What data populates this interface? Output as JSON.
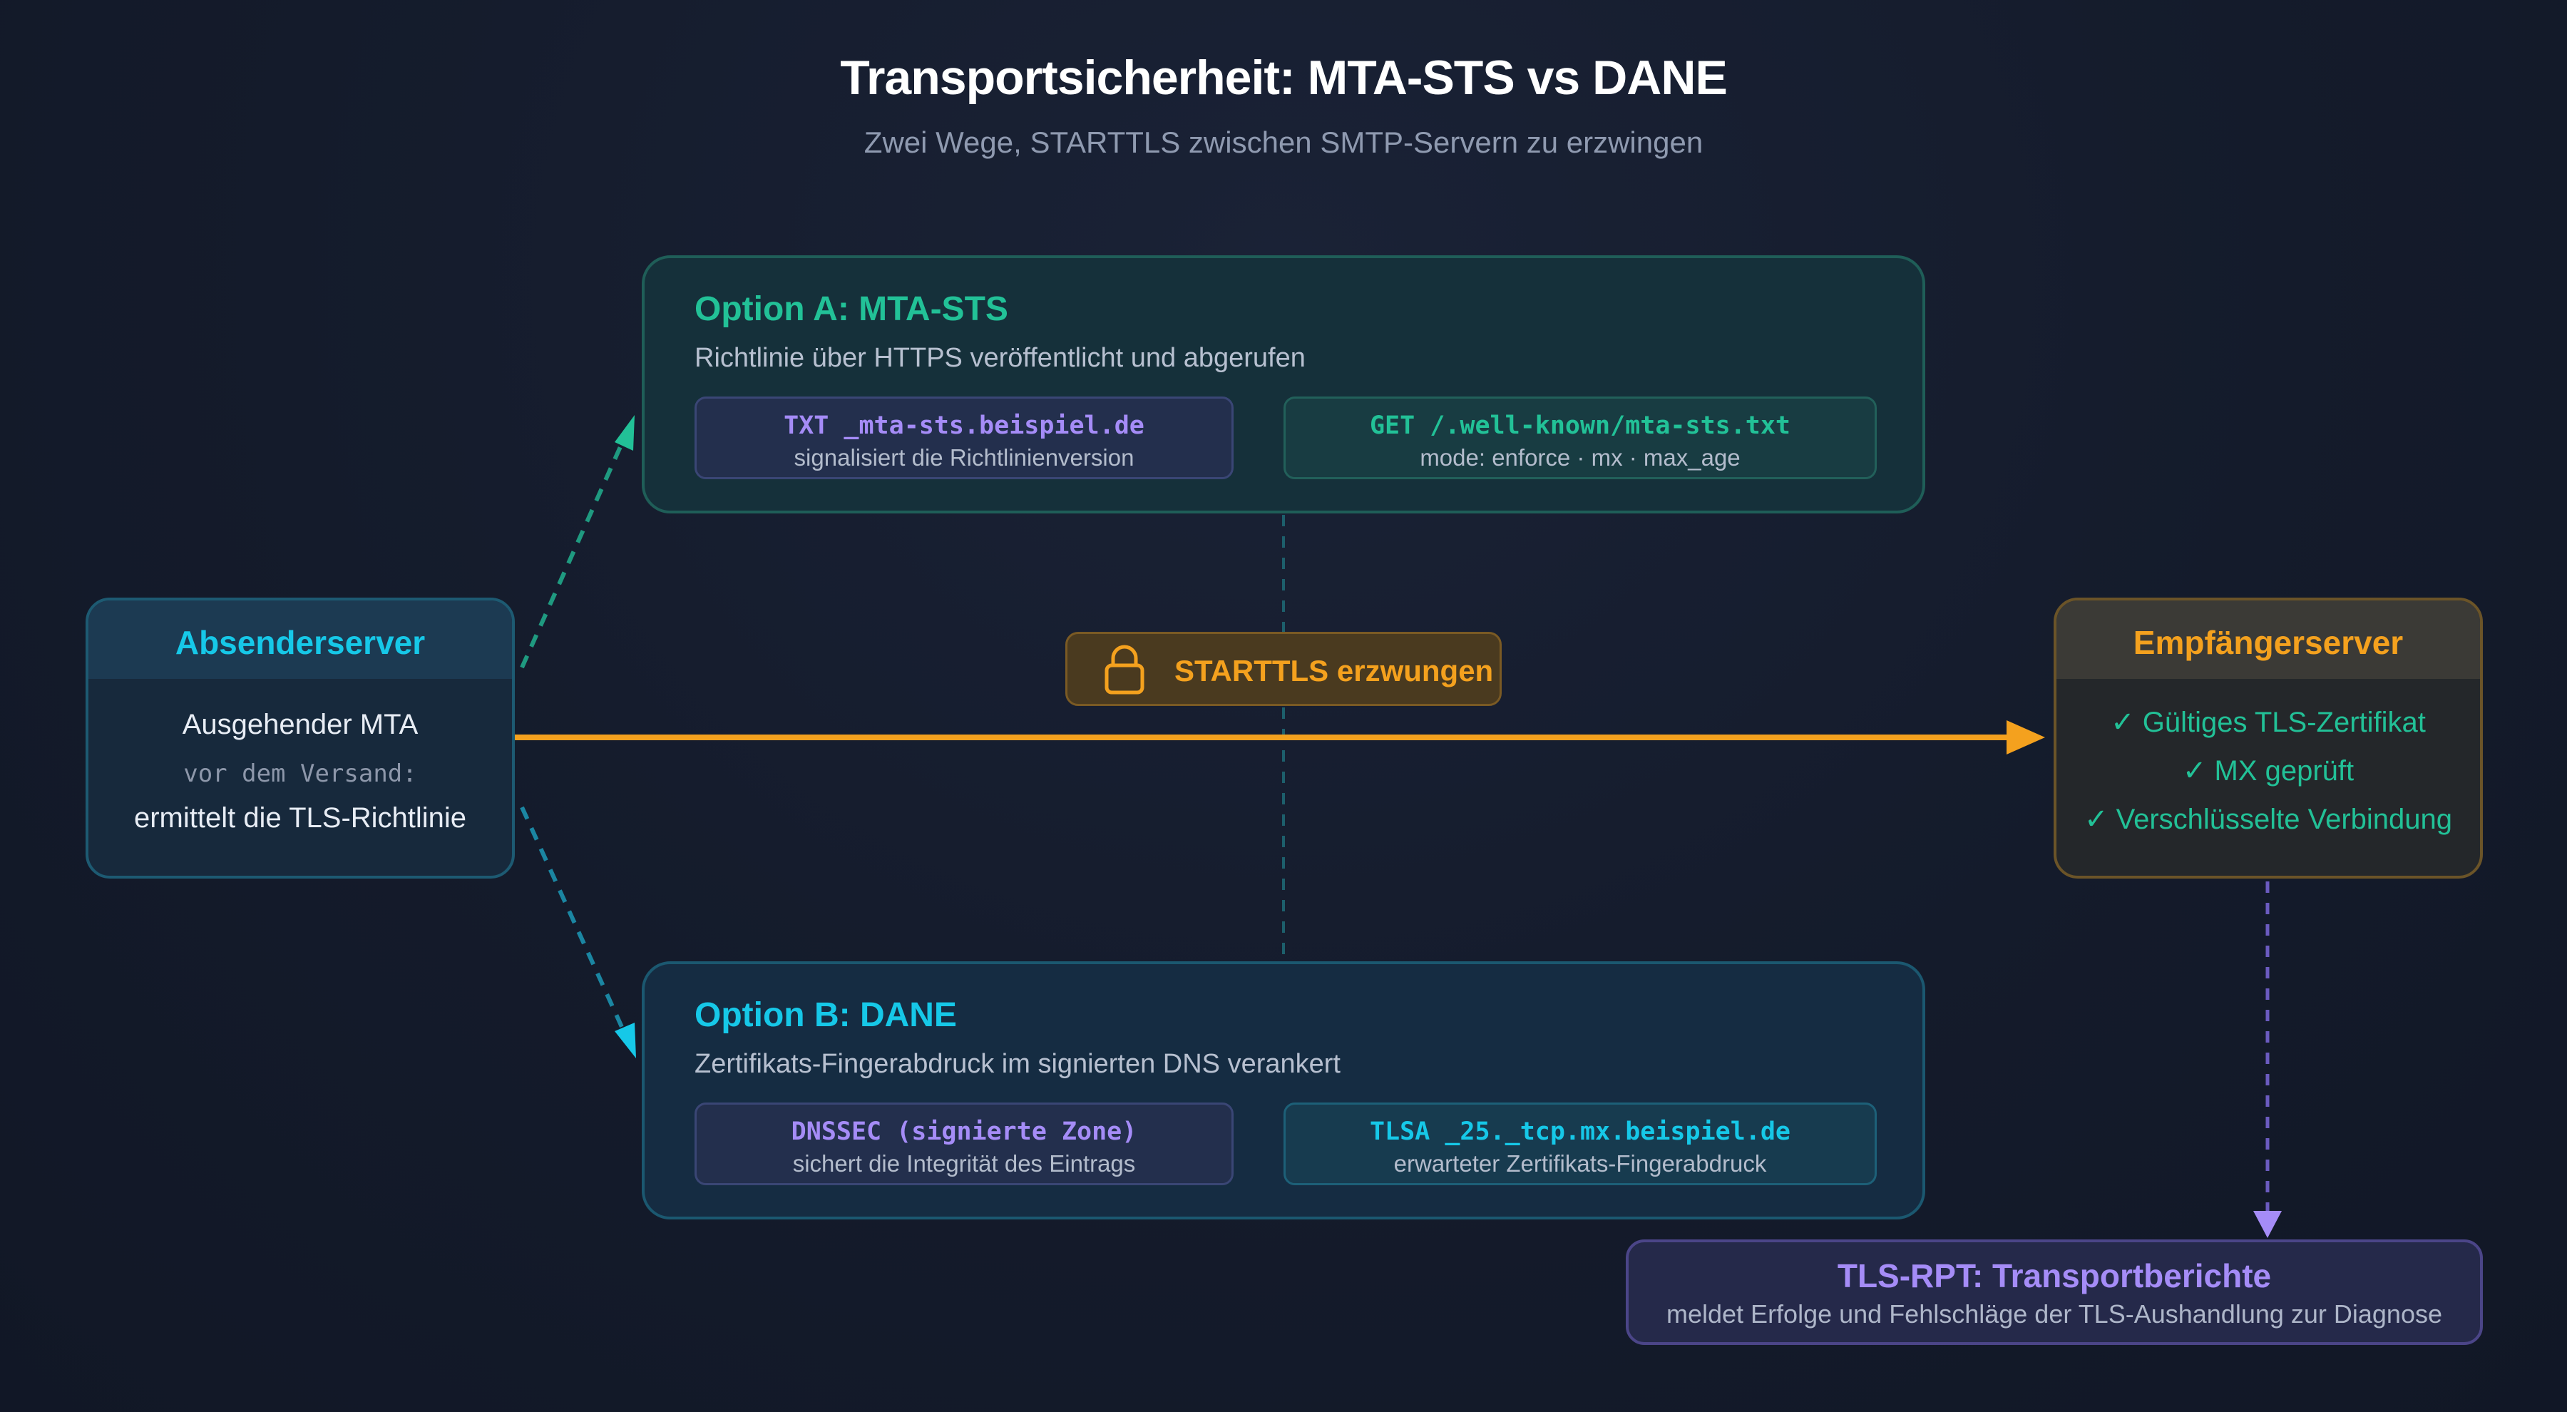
{
  "header": {
    "title": "Transportsicherheit: MTA-STS vs DANE",
    "subtitle": "Zwei Wege, STARTTLS zwischen SMTP-Servern zu erzwingen"
  },
  "sender": {
    "title": "Absenderserver",
    "line1": "Ausgehender MTA",
    "line2": "vor dem Versand:",
    "line3": "ermittelt die TLS-Richtlinie"
  },
  "receiver": {
    "title": "Empfängerserver",
    "checks": [
      "✓ Gültiges TLS-Zertifikat",
      "✓ MX geprüft",
      "✓ Verschlüsselte Verbindung"
    ]
  },
  "option_a": {
    "title": "Option A: MTA-STS",
    "description": "Richtlinie über HTTPS veröffentlicht und abgerufen",
    "chip1": {
      "code": "TXT _mta-sts.beispiel.de",
      "note": "signalisiert die Richtlinienversion"
    },
    "chip2": {
      "code": "GET /.well-known/mta-sts.txt",
      "note": "mode: enforce · mx · max_age"
    }
  },
  "option_b": {
    "title": "Option B: DANE",
    "description": "Zertifikats-Fingerabdruck im signierten DNS verankert",
    "chip1": {
      "code": "DNSSEC (signierte Zone)",
      "note": "sichert die Integrität des Eintrags"
    },
    "chip2": {
      "code": "TLSA _25._tcp.mx.beispiel.de",
      "note": "erwarteter Zertifikats-Fingerabdruck"
    }
  },
  "badge": {
    "label": "STARTTLS erzwungen",
    "icon": "lock-icon"
  },
  "report": {
    "title": "TLS-RPT: Transportberichte",
    "subtitle": "meldet Erfolge und Fehlschläge der TLS-Aushandlung zur Diagnose"
  },
  "colors": {
    "teal": "#22c197",
    "cyan": "#16c8e8",
    "orange": "#f4a11e",
    "purple": "#a58cf7",
    "background": "#141b2b"
  }
}
